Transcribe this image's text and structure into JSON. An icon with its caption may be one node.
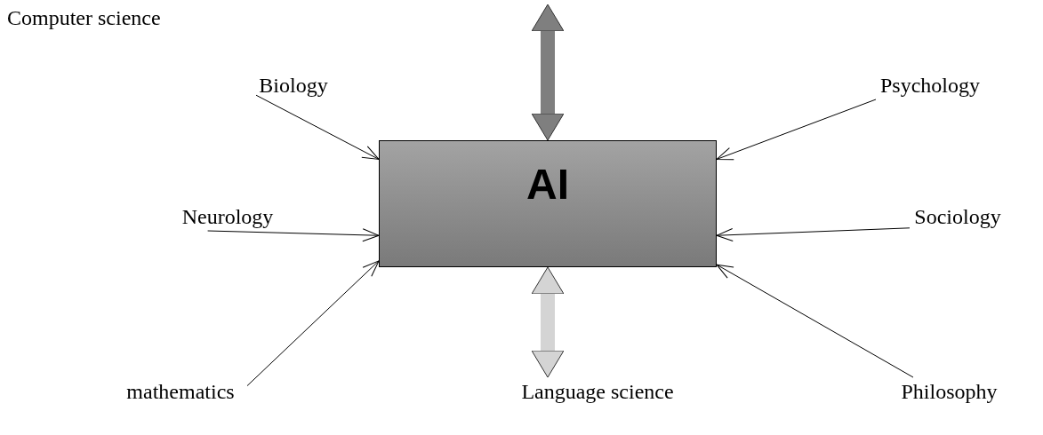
{
  "diagram": {
    "nodes": [
      {
        "text": [
          "AI"
        ]
      },
      {
        "text": [
          "Biology"
        ]
      },
      {
        "text": [
          "Neurology"
        ]
      },
      {
        "text": [
          "mathematics"
        ]
      },
      {
        "text": [
          "Psychology"
        ]
      },
      {
        "text": [
          "Sociology"
        ]
      },
      {
        "text": [
          "Philosophy"
        ]
      },
      {
        "text": [
          "Language science"
        ]
      }
    ],
    "edges": [
      {
        "from": 1,
        "to": 0,
        "arrow": "to"
      },
      {
        "from": 2,
        "to": 0,
        "arrow": "to"
      },
      {
        "from": 3,
        "to": 0,
        "arrow": "to"
      },
      {
        "from": 4,
        "to": 0,
        "arrow": "to"
      },
      {
        "from": 5,
        "to": 0,
        "arrow": "to"
      },
      {
        "from": 6,
        "to": 0,
        "arrow": "to"
      },
      {
        "from": 0,
        "to": 7,
        "arrow": "both",
        "style": "thick",
        "color": "#d4d4d4"
      },
      {
        "from": null,
        "to": 0,
        "arrow": "both",
        "style": "thick",
        "color": "#7f7f7f"
      }
    ],
    "labels": [
      "Computer science"
    ]
  }
}
